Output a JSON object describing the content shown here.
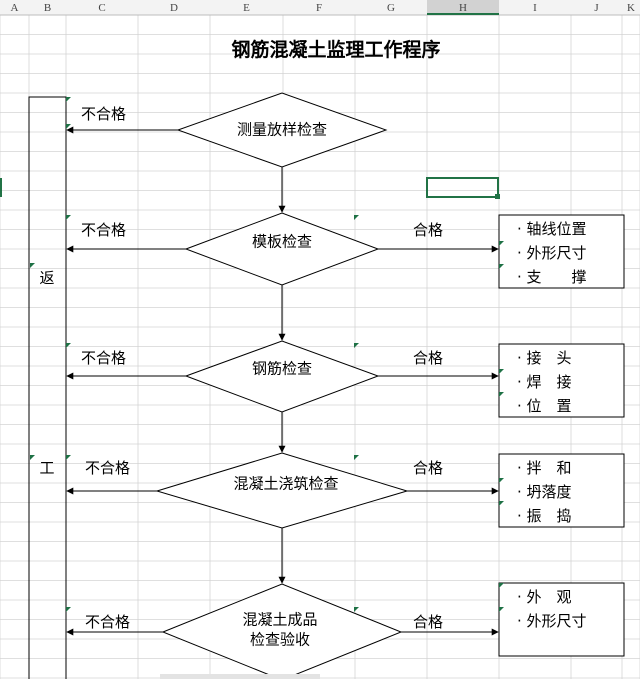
{
  "columns": [
    {
      "letter": "A",
      "selected": false
    },
    {
      "letter": "B",
      "selected": false
    },
    {
      "letter": "C",
      "selected": false
    },
    {
      "letter": "D",
      "selected": false
    },
    {
      "letter": "E",
      "selected": false
    },
    {
      "letter": "F",
      "selected": false
    },
    {
      "letter": "G",
      "selected": false
    },
    {
      "letter": "H",
      "selected": true
    },
    {
      "letter": "I",
      "selected": false
    },
    {
      "letter": "J",
      "selected": false
    },
    {
      "letter": "K",
      "selected": false
    }
  ],
  "colors": {
    "selection": "#217346",
    "grid": "#d4d4d4",
    "header_bg": "#f3f3f3",
    "comment_marker": "#1e7145"
  },
  "flow": {
    "title": "钢筋混凝土监理工作程序",
    "return_label_1": "返",
    "return_label_2": "工",
    "steps": [
      {
        "name": "measure",
        "label": "测量放样检查",
        "fail": "不合格"
      },
      {
        "name": "formwork",
        "label": "模板检查",
        "fail": "不合格",
        "pass": "合格",
        "items": [
          "· 轴线位置",
          "· 外形尺寸",
          "· 支　　撑"
        ]
      },
      {
        "name": "rebar",
        "label": "钢筋检查",
        "fail": "不合格",
        "pass": "合格",
        "items": [
          "· 接　头",
          "· 焊　接",
          "· 位　置"
        ]
      },
      {
        "name": "pour",
        "label": "混凝土浇筑检查",
        "fail": "不合格",
        "pass": "合格",
        "items": [
          "· 拌　和",
          "· 坍落度",
          "· 振　捣"
        ]
      },
      {
        "name": "finished",
        "label": "混凝土成品",
        "label2": "检查验收",
        "fail": "不合格",
        "pass": "合格",
        "items": [
          "· 外　观",
          "· 外形尺寸"
        ]
      }
    ]
  }
}
